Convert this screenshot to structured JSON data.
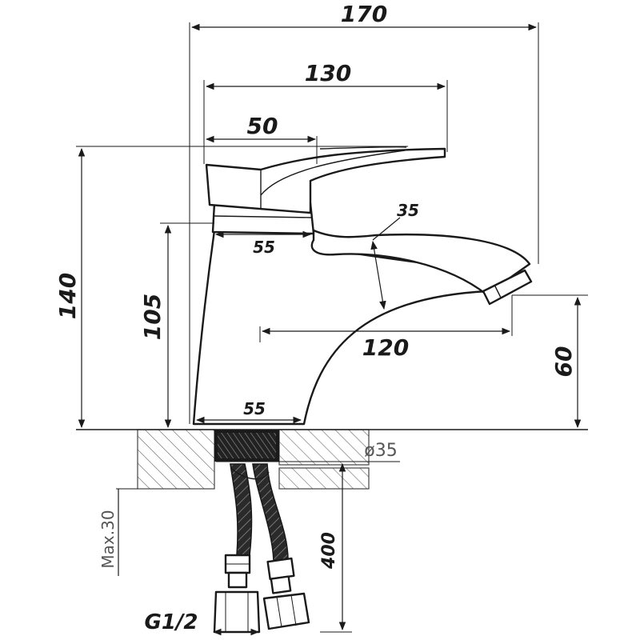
{
  "diagram": {
    "dimensions": {
      "overall_width": "170",
      "handle_reach": "130",
      "handle_base": "50",
      "body_height": "140",
      "spout_underside_height": "105",
      "spout_clearance": "60",
      "spout_reach": "120",
      "body_top_width": "55",
      "base_width": "55",
      "spout_thickness": "35",
      "hole_diameter": "ø35",
      "max_deck_thickness": "Max.30",
      "hose_length": "400",
      "thread": "G1/2"
    }
  }
}
